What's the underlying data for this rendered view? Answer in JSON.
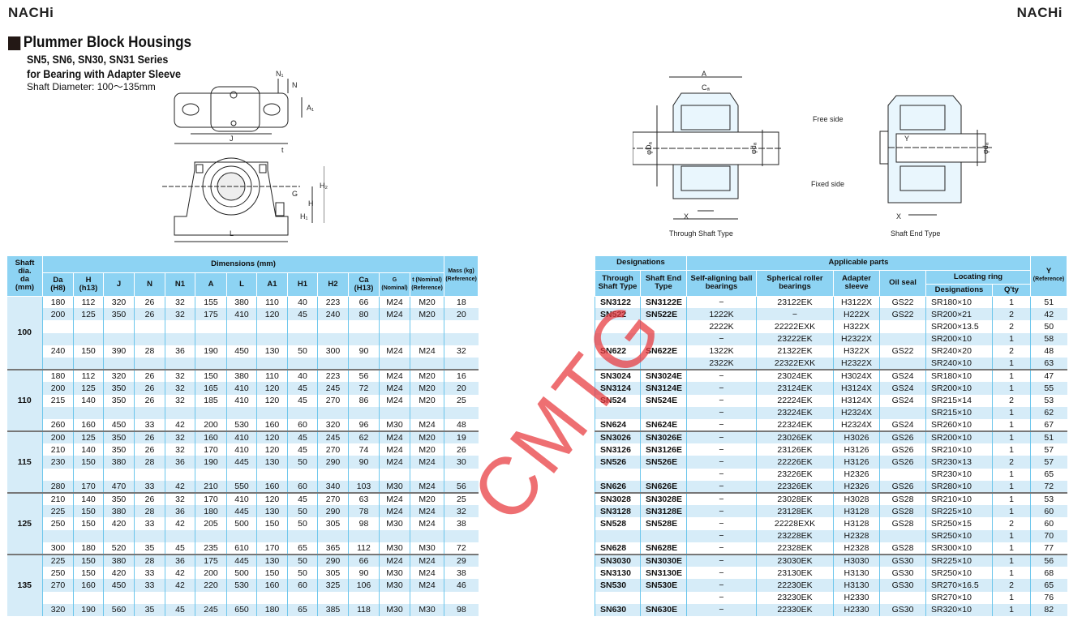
{
  "header": {
    "logo_left": "NACHi",
    "logo_right": "NACHi"
  },
  "title": {
    "main": "Plummer Block Housings",
    "series": "SN5, SN6, SN30, SN31 Series",
    "purpose": "for Bearing with Adapter Sleeve",
    "shaft_range": "Shaft Diameter: 100～135mm"
  },
  "diagram": {
    "N1": "N₁",
    "N": "N",
    "A1": "A₁",
    "J": "J",
    "t": "t",
    "G": "G",
    "H": "H",
    "H2": "H₂",
    "H1": "H₁",
    "L": "L",
    "A": "A",
    "Ca": "Cₐ",
    "phiDa": "φDₐ",
    "phida": "φdₐ",
    "X": "X",
    "Y": "Y",
    "free_side": "Free side",
    "fixed_side": "Fixed side",
    "through_caption": "Through Shaft Type",
    "shaftend_caption": "Shaft End Type"
  },
  "table": {
    "shaft_header": [
      "Shaft",
      "dia.",
      "da",
      "(mm)"
    ],
    "dimensions_header": "Dimensions (mm)",
    "mass_header": [
      "Mass (kg)",
      "(Reference)"
    ],
    "dim_cols": [
      [
        "Da",
        "(H8)"
      ],
      [
        "H",
        "(h13)"
      ],
      [
        "J",
        ""
      ],
      [
        "N",
        ""
      ],
      [
        "N1",
        ""
      ],
      [
        "A",
        ""
      ],
      [
        "L",
        ""
      ],
      [
        "A1",
        ""
      ],
      [
        "H1",
        ""
      ],
      [
        "H2",
        ""
      ],
      [
        "Ca",
        "(H13)"
      ],
      [
        "G",
        "(Nominal)"
      ],
      [
        "t (Nominal)",
        "(Reference)"
      ]
    ],
    "designations_header": "Designations",
    "through_header": [
      "Through",
      "Shaft Type"
    ],
    "shaftend_header": [
      "Shaft End",
      "Type"
    ],
    "applicable_header": "Applicable parts",
    "sab_header": [
      "Self-aligning ball",
      "bearings"
    ],
    "srb_header": [
      "Spherical roller",
      "bearings"
    ],
    "adapter_header": [
      "Adapter",
      "sleeve"
    ],
    "seal_header": "Oil seal",
    "ring_header": "Locating ring",
    "ring_des_header": "Designations",
    "ring_qty_header": "Q'ty",
    "y_header": [
      "Y",
      "(Reference)"
    ]
  },
  "groups": [
    {
      "shaft": "100",
      "rows": [
        {
          "left": [
            "180",
            "112",
            "320",
            "26",
            "32",
            "155",
            "380",
            "110",
            "40",
            "223",
            "66",
            "M24",
            "M20",
            "18"
          ],
          "right": [
            "SN3122",
            "SN3122E",
            "−",
            "23122EK",
            "H3122X",
            "GS22",
            "SR180×10",
            "1",
            "51"
          ]
        },
        {
          "left": [
            "200",
            "125",
            "350",
            "26",
            "32",
            "175",
            "410",
            "120",
            "45",
            "240",
            "80",
            "M24",
            "M20",
            "20"
          ],
          "right": [
            "SN522",
            "SN522E",
            "1222K",
            "−",
            "H222X",
            "GS22",
            "SR200×21",
            "2",
            "42"
          ]
        },
        {
          "left": [
            "",
            "",
            "",
            "",
            "",
            "",
            "",
            "",
            "",
            "",
            "",
            "",
            "",
            ""
          ],
          "right": [
            "",
            "",
            "2222K",
            "22222EXK",
            "H322X",
            "",
            "SR200×13.5",
            "2",
            "50"
          ]
        },
        {
          "left": [
            "",
            "",
            "",
            "",
            "",
            "",
            "",
            "",
            "",
            "",
            "",
            "",
            "",
            ""
          ],
          "right": [
            "",
            "",
            "−",
            "23222EK",
            "H2322X",
            "",
            "SR200×10",
            "1",
            "58"
          ]
        },
        {
          "left": [
            "240",
            "150",
            "390",
            "28",
            "36",
            "190",
            "450",
            "130",
            "50",
            "300",
            "90",
            "M24",
            "M24",
            "32"
          ],
          "right": [
            "SN622",
            "SN622E",
            "1322K",
            "21322EK",
            "H322X",
            "GS22",
            "SR240×20",
            "2",
            "48"
          ]
        },
        {
          "left": [
            "",
            "",
            "",
            "",
            "",
            "",
            "",
            "",
            "",
            "",
            "",
            "",
            "",
            ""
          ],
          "right": [
            "",
            "",
            "2322K",
            "22322EXK",
            "H2322X",
            "",
            "SR240×10",
            "1",
            "63"
          ]
        }
      ]
    },
    {
      "shaft": "110",
      "rows": [
        {
          "left": [
            "180",
            "112",
            "320",
            "26",
            "32",
            "150",
            "380",
            "110",
            "40",
            "223",
            "56",
            "M24",
            "M20",
            "16"
          ],
          "right": [
            "SN3024",
            "SN3024E",
            "−",
            "23024EK",
            "H3024X",
            "GS24",
            "SR180×10",
            "1",
            "47"
          ]
        },
        {
          "left": [
            "200",
            "125",
            "350",
            "26",
            "32",
            "165",
            "410",
            "120",
            "45",
            "245",
            "72",
            "M24",
            "M20",
            "20"
          ],
          "right": [
            "SN3124",
            "SN3124E",
            "−",
            "23124EK",
            "H3124X",
            "GS24",
            "SR200×10",
            "1",
            "55"
          ]
        },
        {
          "left": [
            "215",
            "140",
            "350",
            "26",
            "32",
            "185",
            "410",
            "120",
            "45",
            "270",
            "86",
            "M24",
            "M20",
            "25"
          ],
          "right": [
            "SN524",
            "SN524E",
            "−",
            "22224EK",
            "H3124X",
            "GS24",
            "SR215×14",
            "2",
            "53"
          ]
        },
        {
          "left": [
            "",
            "",
            "",
            "",
            "",
            "",
            "",
            "",
            "",
            "",
            "",
            "",
            "",
            ""
          ],
          "right": [
            "",
            "",
            "−",
            "23224EK",
            "H2324X",
            "",
            "SR215×10",
            "1",
            "62"
          ]
        },
        {
          "left": [
            "260",
            "160",
            "450",
            "33",
            "42",
            "200",
            "530",
            "160",
            "60",
            "320",
            "96",
            "M30",
            "M24",
            "48"
          ],
          "right": [
            "SN624",
            "SN624E",
            "−",
            "22324EK",
            "H2324X",
            "GS24",
            "SR260×10",
            "1",
            "67"
          ]
        }
      ]
    },
    {
      "shaft": "115",
      "rows": [
        {
          "left": [
            "200",
            "125",
            "350",
            "26",
            "32",
            "160",
            "410",
            "120",
            "45",
            "245",
            "62",
            "M24",
            "M20",
            "19"
          ],
          "right": [
            "SN3026",
            "SN3026E",
            "−",
            "23026EK",
            "H3026",
            "GS26",
            "SR200×10",
            "1",
            "51"
          ]
        },
        {
          "left": [
            "210",
            "140",
            "350",
            "26",
            "32",
            "170",
            "410",
            "120",
            "45",
            "270",
            "74",
            "M24",
            "M20",
            "26"
          ],
          "right": [
            "SN3126",
            "SN3126E",
            "−",
            "23126EK",
            "H3126",
            "GS26",
            "SR210×10",
            "1",
            "57"
          ]
        },
        {
          "left": [
            "230",
            "150",
            "380",
            "28",
            "36",
            "190",
            "445",
            "130",
            "50",
            "290",
            "90",
            "M24",
            "M24",
            "30"
          ],
          "right": [
            "SN526",
            "SN526E",
            "−",
            "22226EK",
            "H3126",
            "GS26",
            "SR230×13",
            "2",
            "57"
          ]
        },
        {
          "left": [
            "",
            "",
            "",
            "",
            "",
            "",
            "",
            "",
            "",
            "",
            "",
            "",
            "",
            ""
          ],
          "right": [
            "",
            "",
            "−",
            "23226EK",
            "H2326",
            "",
            "SR230×10",
            "1",
            "65"
          ]
        },
        {
          "left": [
            "280",
            "170",
            "470",
            "33",
            "42",
            "210",
            "550",
            "160",
            "60",
            "340",
            "103",
            "M30",
            "M24",
            "56"
          ],
          "right": [
            "SN626",
            "SN626E",
            "−",
            "22326EK",
            "H2326",
            "GS26",
            "SR280×10",
            "1",
            "72"
          ]
        }
      ]
    },
    {
      "shaft": "125",
      "rows": [
        {
          "left": [
            "210",
            "140",
            "350",
            "26",
            "32",
            "170",
            "410",
            "120",
            "45",
            "270",
            "63",
            "M24",
            "M20",
            "25"
          ],
          "right": [
            "SN3028",
            "SN3028E",
            "−",
            "23028EK",
            "H3028",
            "GS28",
            "SR210×10",
            "1",
            "53"
          ]
        },
        {
          "left": [
            "225",
            "150",
            "380",
            "28",
            "36",
            "180",
            "445",
            "130",
            "50",
            "290",
            "78",
            "M24",
            "M24",
            "32"
          ],
          "right": [
            "SN3128",
            "SN3128E",
            "−",
            "23128EK",
            "H3128",
            "GS28",
            "SR225×10",
            "1",
            "60"
          ]
        },
        {
          "left": [
            "250",
            "150",
            "420",
            "33",
            "42",
            "205",
            "500",
            "150",
            "50",
            "305",
            "98",
            "M30",
            "M24",
            "38"
          ],
          "right": [
            "SN528",
            "SN528E",
            "−",
            "22228EXK",
            "H3128",
            "GS28",
            "SR250×15",
            "2",
            "60"
          ]
        },
        {
          "left": [
            "",
            "",
            "",
            "",
            "",
            "",
            "",
            "",
            "",
            "",
            "",
            "",
            "",
            ""
          ],
          "right": [
            "",
            "",
            "−",
            "23228EK",
            "H2328",
            "",
            "SR250×10",
            "1",
            "70"
          ]
        },
        {
          "left": [
            "300",
            "180",
            "520",
            "35",
            "45",
            "235",
            "610",
            "170",
            "65",
            "365",
            "112",
            "M30",
            "M30",
            "72"
          ],
          "right": [
            "SN628",
            "SN628E",
            "−",
            "22328EK",
            "H2328",
            "GS28",
            "SR300×10",
            "1",
            "77"
          ]
        }
      ]
    },
    {
      "shaft": "135",
      "rows": [
        {
          "left": [
            "225",
            "150",
            "380",
            "28",
            "36",
            "175",
            "445",
            "130",
            "50",
            "290",
            "66",
            "M24",
            "M24",
            "29"
          ],
          "right": [
            "SN3030",
            "SN3030E",
            "−",
            "23030EK",
            "H3030",
            "GS30",
            "SR225×10",
            "1",
            "56"
          ]
        },
        {
          "left": [
            "250",
            "150",
            "420",
            "33",
            "42",
            "200",
            "500",
            "150",
            "50",
            "305",
            "90",
            "M30",
            "M24",
            "38"
          ],
          "right": [
            "SN3130",
            "SN3130E",
            "−",
            "23130EK",
            "H3130",
            "GS30",
            "SR250×10",
            "1",
            "68"
          ]
        },
        {
          "left": [
            "270",
            "160",
            "450",
            "33",
            "42",
            "220",
            "530",
            "160",
            "60",
            "325",
            "106",
            "M30",
            "M24",
            "46"
          ],
          "right": [
            "SN530",
            "SN530E",
            "−",
            "22230EK",
            "H3130",
            "GS30",
            "SR270×16.5",
            "2",
            "65"
          ]
        },
        {
          "left": [
            "",
            "",
            "",
            "",
            "",
            "",
            "",
            "",
            "",
            "",
            "",
            "",
            "",
            ""
          ],
          "right": [
            "",
            "",
            "−",
            "23230EK",
            "H2330",
            "",
            "SR270×10",
            "1",
            "76"
          ]
        },
        {
          "left": [
            "320",
            "190",
            "560",
            "35",
            "45",
            "245",
            "650",
            "180",
            "65",
            "385",
            "118",
            "M30",
            "M30",
            "98"
          ],
          "right": [
            "SN630",
            "SN630E",
            "−",
            "22330EK",
            "H2330",
            "GS30",
            "SR320×10",
            "1",
            "82"
          ]
        }
      ]
    }
  ],
  "watermark": "CMTG",
  "colors": {
    "header_blue": "#8dd3f3",
    "row_blue": "#d6ecf8",
    "watermark": "#e8383d"
  }
}
